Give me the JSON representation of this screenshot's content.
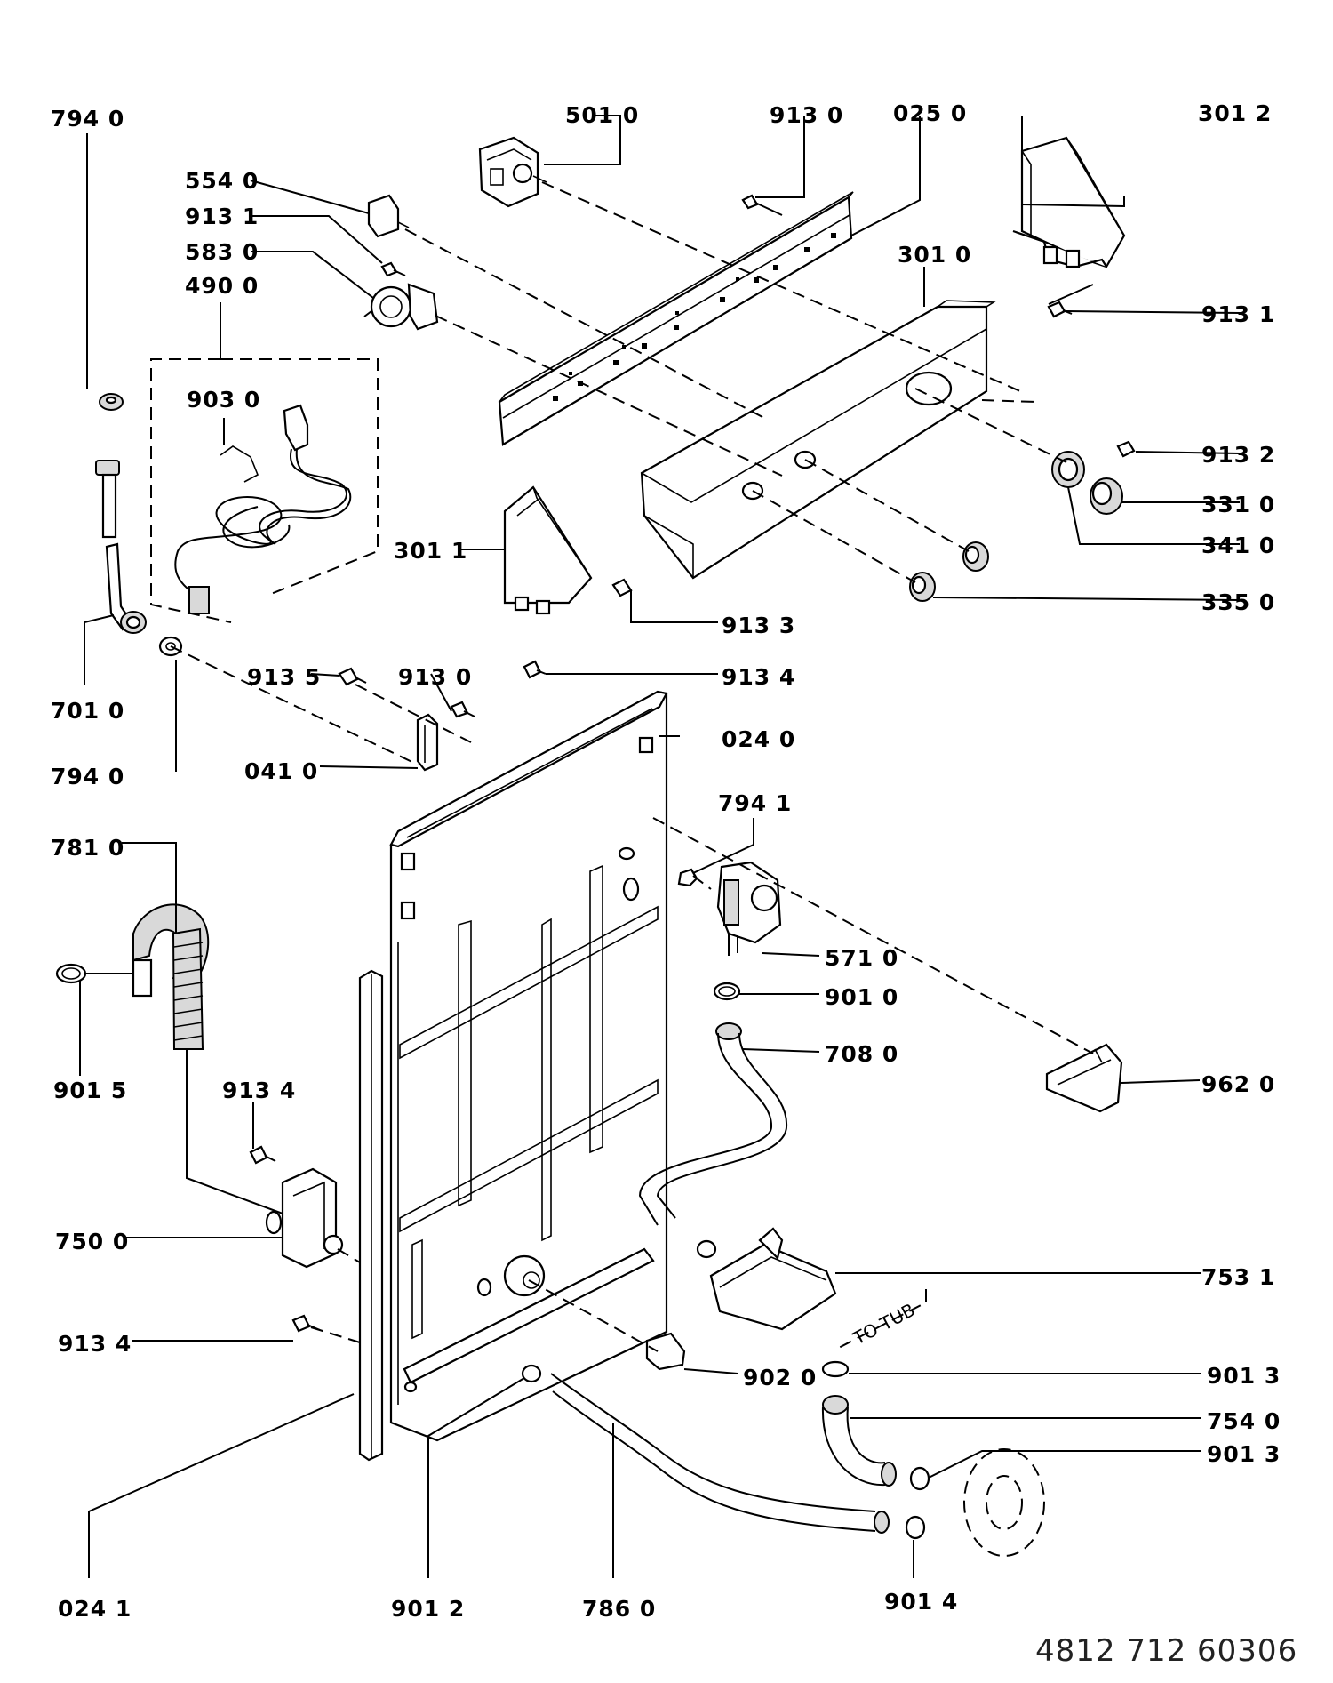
{
  "labels": {
    "l7940a": "794 0",
    "l5010": "501 0",
    "l9130a": "913 0",
    "l0250": "025 0",
    "l3012": "301 2",
    "l5540": "554 0",
    "l9131a": "913 1",
    "l5830": "583 0",
    "l4900": "490 0",
    "l3010": "301 0",
    "l9131b": "913 1",
    "l9030": "903 0",
    "l9132": "913 2",
    "l3310": "331 0",
    "l3011": "301 1",
    "l3410": "341 0",
    "l3350": "335 0",
    "l9133": "913 3",
    "l7010": "701 0",
    "l9135": "913 5",
    "l9130b": "913 0",
    "l9134a": "913 4",
    "l0240": "024 0",
    "l7940b": "794 0",
    "l0410": "041 0",
    "l7941": "794 1",
    "l7810": "781 0",
    "l5710": "571 0",
    "l9010": "901 0",
    "l7080": "708 0",
    "l9015": "901 5",
    "l9134b": "913 4",
    "l9620": "962 0",
    "l7500": "750 0",
    "l7531": "753 1",
    "l9134c": "913 4",
    "l9020": "902 0",
    "l9013a": "901 3",
    "l7540": "754 0",
    "l9013b": "901 3",
    "l0241": "024 1",
    "l9012": "901 2",
    "l7860": "786 0",
    "l9014": "901 4"
  },
  "annotation_to_tub": "TO TUB",
  "document_number": "4812  712  60306"
}
